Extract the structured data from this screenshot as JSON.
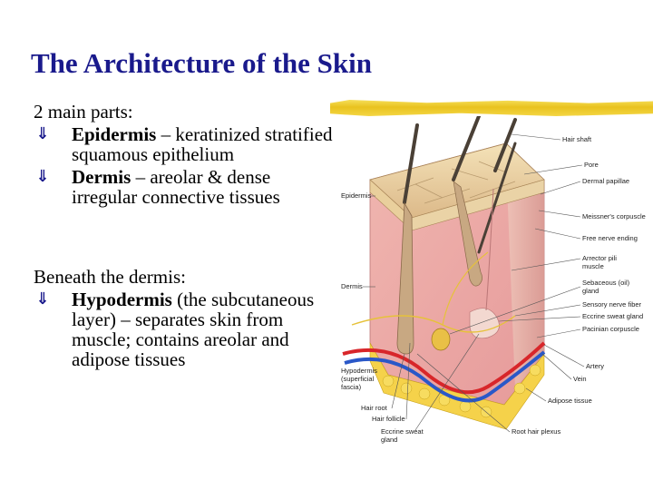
{
  "slide": {
    "title": "The Architecture of the Skin",
    "block1": {
      "heading": "2 main parts:",
      "items": [
        {
          "term": "Epidermis",
          "text": " – keratinized stratified squamous epithelium"
        },
        {
          "term": "Dermis",
          "text": " – areolar & dense irregular connective tissues"
        }
      ]
    },
    "block2": {
      "heading": "Beneath the dermis:",
      "items": [
        {
          "term": "Hypodermis",
          "text": " (the subcutaneous layer) – separates skin from muscle; contains areolar and adipose tissues"
        }
      ]
    },
    "bullet_glyph": "⇓",
    "accent_color": "#1a1a8c",
    "bar_color": "#e9c21e"
  },
  "figure": {
    "left_labels": {
      "epidermis": "Epidermis",
      "dermis": "Dermis",
      "hypodermis_1": "Hypodermis",
      "hypodermis_2": "(superficial",
      "hypodermis_3": "fascia)",
      "hair_root": "Hair root",
      "hair_follicle": "Hair follicle",
      "sweat_gland_1": "Eccrine sweat",
      "sweat_gland_2": "gland"
    },
    "right_labels": {
      "hair_shaft": "Hair shaft",
      "pore": "Pore",
      "dermal_papillae": "Dermal papillae",
      "meissners": "Meissner's corpuscle",
      "free_nerve": "Free nerve ending",
      "arrector_pili": "Arrector pili",
      "arrector_pili_2": "muscle",
      "sebaceous_1": "Sebaceous (oil)",
      "sebaceous_2": "gland",
      "sensory_nerve": "Sensory nerve fiber",
      "eccrine_duct": "Eccrine sweat gland",
      "pacinian": "Pacinian corpuscle",
      "artery": "Artery",
      "vein": "Vein",
      "adipose": "Adipose tissue",
      "root_plexus": "Root hair plexus"
    }
  }
}
